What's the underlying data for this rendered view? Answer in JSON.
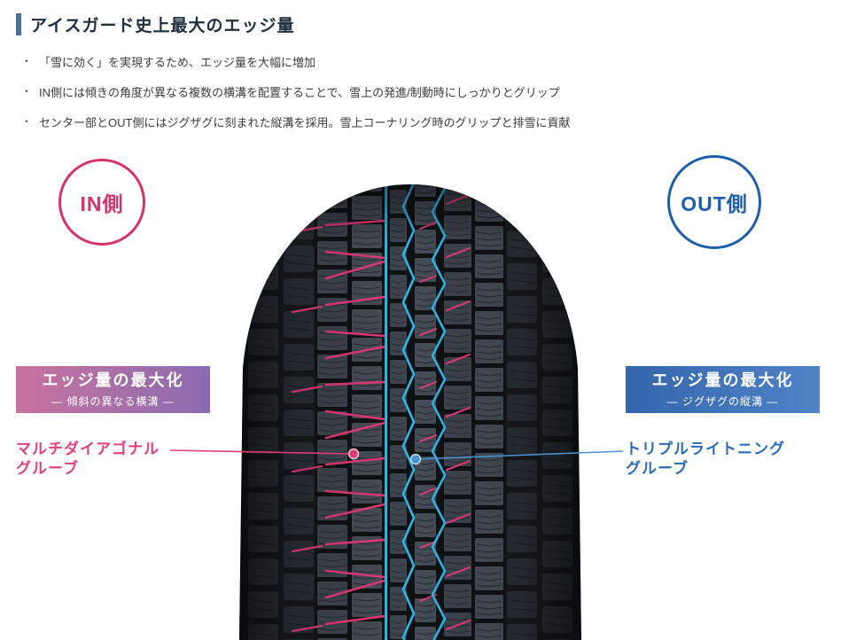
{
  "header": {
    "title": "アイスガード史上最大のエッジ量"
  },
  "bullets": {
    "marker": "・",
    "items": [
      "「雪に効く」を実現するため、エッジ量を大幅に増加",
      "IN側には傾きの角度が異なる複数の横溝を配置することで、雪上の発進/制動時にしっかりとグリップ",
      "センター部とOUT側にはジグザグに刻まれた縦溝を採用。雪上コーナリング時のグリップと排雪に貢献"
    ]
  },
  "badges": {
    "in_label": "IN側",
    "out_label": "OUT側"
  },
  "left_callout": {
    "title": "エッジ量の最大化",
    "subtitle": "― 傾斜の異なる横溝 ―",
    "feature_line1": "マルチダイアゴナル",
    "feature_line2": "グルーブ"
  },
  "right_callout": {
    "title": "エッジ量の最大化",
    "subtitle": "― ジグザグの縦溝 ―",
    "feature_line1": "トリプルライトニング",
    "feature_line2": "グルーブ"
  },
  "colors": {
    "accent_bar": "#4a7093",
    "title_text": "#20303f",
    "body_text": "#3c3c3c",
    "in_pink": "#d6336c",
    "out_blue": "#1d5fae",
    "groove_pink": "#e03a78",
    "groove_cyan": "#2cb8ea",
    "marker_blue": "#4a93d2",
    "left_grad_a": "#c9739f",
    "left_grad_b": "#8a6cb0",
    "right_grad_a": "#3465ab",
    "right_grad_b": "#4f84c6",
    "feature_pink": "#e0407f",
    "feature_blue": "#2a6cb8"
  }
}
